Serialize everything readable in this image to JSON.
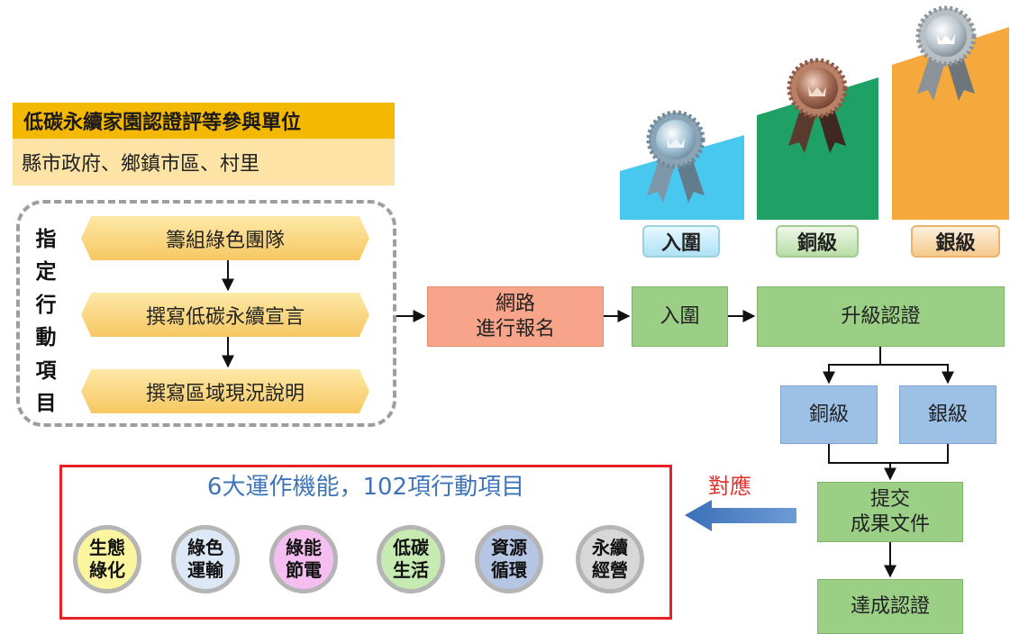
{
  "participants": {
    "title": "低碳永續家園認證評等參與單位",
    "units": "縣市政府、鄉鎮市區、村里"
  },
  "action_items_label": [
    "指",
    "定",
    "行",
    "動",
    "項",
    "目"
  ],
  "steps": [
    "籌組綠色團隊",
    "撰寫低碳永續宣言",
    "撰寫區域現況說明"
  ],
  "flow": {
    "register": [
      "網路",
      "進行報名"
    ],
    "enter": "入圍",
    "upgrade": "升級認證",
    "bronze": "銅級",
    "silver": "銀級",
    "submit": [
      "提交",
      "成果文件"
    ],
    "achieve": "達成認證"
  },
  "levels": [
    "入圍",
    "銅級",
    "銀級"
  ],
  "mapping_label": "對應",
  "functions": {
    "title": "6大運作機能，102項行動項目",
    "items": [
      [
        "生態",
        "綠化"
      ],
      [
        "綠色",
        "運輸"
      ],
      [
        "綠能",
        "節電"
      ],
      [
        "低碳",
        "生活"
      ],
      [
        "資源",
        "循環"
      ],
      [
        "永續",
        "經營"
      ]
    ]
  },
  "icons": [
    "award-ribbon-icon",
    "award-ribbon-icon",
    "award-ribbon-icon",
    "arrow-left-icon"
  ],
  "colors": {
    "entry_level": "#48c8ee",
    "bronze_level": "#1fa064",
    "silver_level": "#f5a83c",
    "participants_header": "#f5b800",
    "function_box_border": "#ea2027",
    "mapping_label": "#e3322e"
  }
}
